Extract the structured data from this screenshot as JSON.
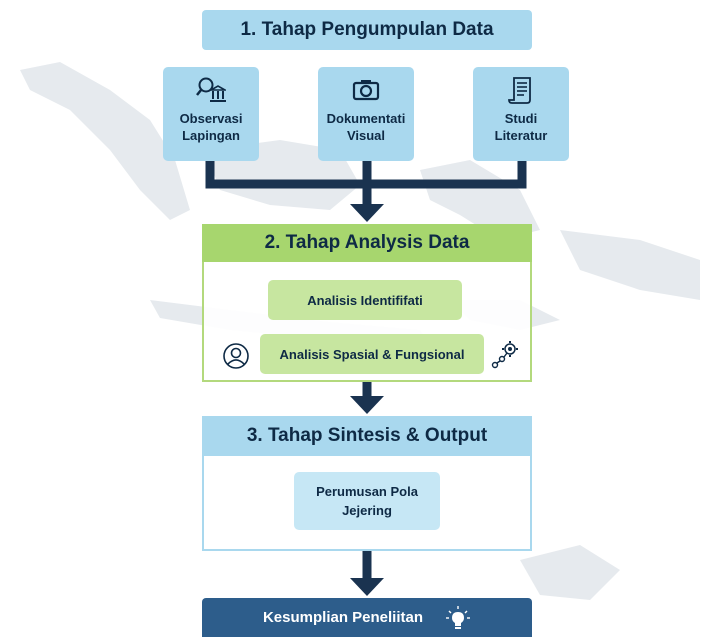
{
  "steps": {
    "step1": {
      "title": "1. Tahap Pengumpulan Data",
      "items": [
        {
          "label": "Observasi\nLapingan",
          "icon": "magnifier-building-icon"
        },
        {
          "label": "Dokumentati\nVisual",
          "icon": "camera-icon"
        },
        {
          "label": "Studi\nLiteratur",
          "icon": "document-scroll-icon"
        }
      ]
    },
    "step2": {
      "title": "2. Tahap Analysis Data",
      "items": [
        "Analisis Identififati",
        "Analisis Spasial & Fungsional"
      ],
      "icons": [
        "person-icon",
        "network-gear-icon"
      ]
    },
    "step3": {
      "title": "3. Tahap Sintesis & Output",
      "items": [
        "Perumusan Pola\nJejering"
      ]
    },
    "conclusion": {
      "label": "Kesumplian Peneliitan",
      "icon": "lightbulb-icon"
    }
  },
  "colors": {
    "light_blue": "#a9d8ee",
    "green": "#a7d66e",
    "light_green": "#c7e6a0",
    "dark_blue": "#2d5d8b",
    "connector": "#1a3350"
  }
}
